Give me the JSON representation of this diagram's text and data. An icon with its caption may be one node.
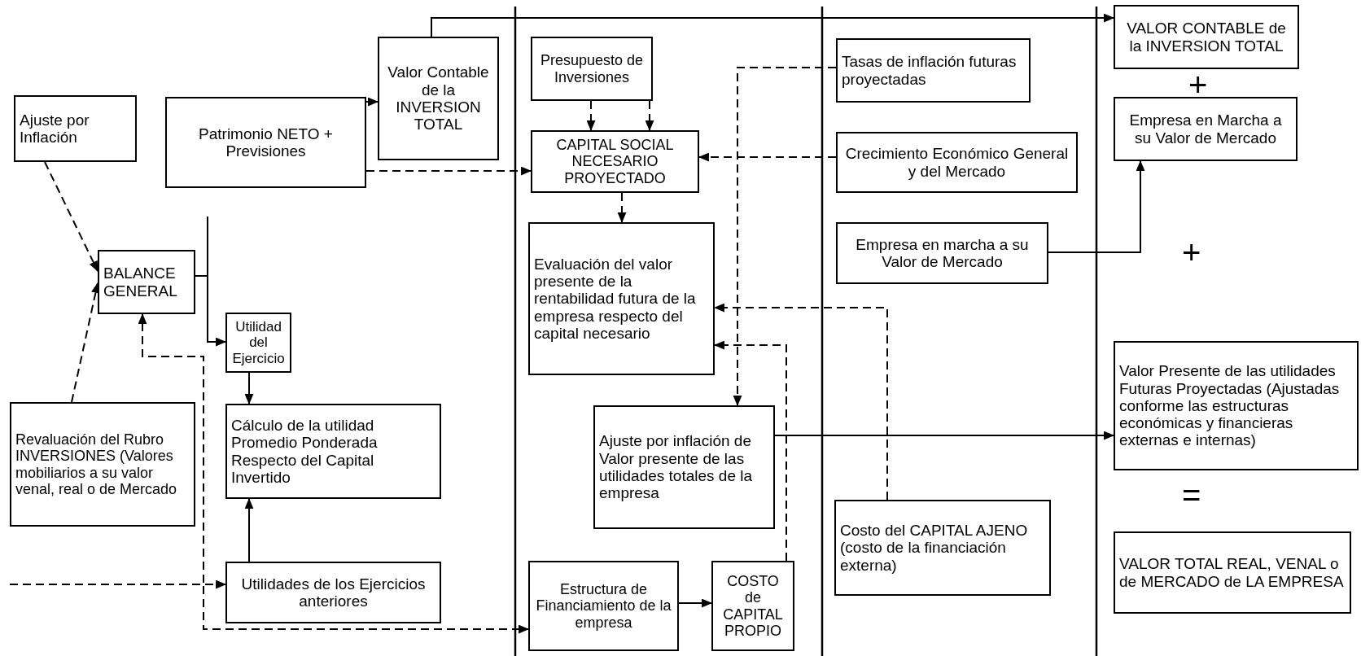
{
  "diagram": {
    "nodes": [
      {
        "text": [
          "Ajuste por Inflación"
        ]
      },
      {
        "text": [
          "Patrimonio NETO + Previsiones"
        ]
      },
      {
        "text": [
          "Valor Contable de la INVERSION TOTAL"
        ]
      },
      {
        "text": [
          "BALANCE GENERAL"
        ]
      },
      {
        "text": [
          "Utilidad del Ejercicio"
        ]
      },
      {
        "text": [
          "Revaluación del Rubro INVERSIONES (Valores mobiliarios a su valor venal, real o de Mercado"
        ]
      },
      {
        "text": [
          "Cálculo de la utilidad Promedio Ponderada Respecto del Capital Invertido"
        ]
      },
      {
        "text": [
          "Utilidades de los Ejercicios anteriores"
        ]
      },
      {
        "text": [
          "Presupuesto de Inversiones"
        ]
      },
      {
        "text": [
          "CAPITAL SOCIAL NECESARIO PROYECTADO"
        ]
      },
      {
        "text": [
          "Evaluación del valor presente de la rentabilidad futura de la empresa respecto del capital necesario"
        ]
      },
      {
        "text": [
          "Ajuste por inflación de Valor presente de las utilidades totales de la empresa"
        ]
      },
      {
        "text": [
          "Estructura de Financiamiento de la empresa"
        ]
      },
      {
        "text": [
          "COSTO de CAPITAL PROPIO"
        ]
      },
      {
        "text": [
          "Tasas de inflación futuras proyectadas"
        ]
      },
      {
        "text": [
          "Crecimiento Económico General y del Mercado"
        ]
      },
      {
        "text": [
          "Empresa en marcha a su Valor de Mercado"
        ]
      },
      {
        "text": [
          "Costo del CAPITAL AJENO (costo de la financiación externa)"
        ]
      },
      {
        "text": [
          "VALOR CONTABLE de la INVERSION TOTAL"
        ]
      },
      {
        "text": [
          "Empresa en Marcha a su Valor de Mercado"
        ]
      },
      {
        "text": [
          "Valor Presente de las utilidades Futuras Proyectadas (Ajustadas conforme las estructuras económicas y financieras externas e internas)"
        ]
      },
      {
        "text": [
          "VALOR TOTAL REAL, VENAL o de MERCADO de LA EMPRESA"
        ]
      }
    ],
    "edges": [
      {
        "from": 0,
        "to": 3,
        "arrow": "to",
        "style": "dashed"
      },
      {
        "from": 5,
        "to": 3,
        "arrow": "to",
        "style": "dashed"
      },
      {
        "from": 1,
        "to": 2,
        "arrow": "to"
      },
      {
        "from": 2,
        "to": 18,
        "arrow": "to"
      },
      {
        "from": 1,
        "to": 9,
        "arrow": "to",
        "style": "dashed"
      },
      {
        "from": 3,
        "to": 4,
        "arrow": "to"
      },
      {
        "from": null,
        "to": 3,
        "arrow": "to",
        "style": "dashed"
      },
      {
        "from": null,
        "to": 7,
        "arrow": "to",
        "style": "dashed"
      },
      {
        "from": null,
        "to": 12,
        "arrow": "to",
        "style": "dashed"
      },
      {
        "from": 4,
        "to": 6,
        "arrow": "to"
      },
      {
        "from": 7,
        "to": 6,
        "arrow": "to"
      },
      {
        "from": 8,
        "to": 9,
        "arrow": "to",
        "style": "dashed"
      },
      {
        "from": 8,
        "to": 9,
        "arrow": "to",
        "style": "dashed"
      },
      {
        "from": 15,
        "to": 9,
        "arrow": "to",
        "style": "dashed"
      },
      {
        "from": 9,
        "to": 10,
        "arrow": "to",
        "style": "dashed"
      },
      {
        "from": 14,
        "to": 11,
        "arrow": "to",
        "style": "dashed"
      },
      {
        "from": 17,
        "to": 10,
        "arrow": "to",
        "style": "dashed"
      },
      {
        "from": 13,
        "to": 10,
        "arrow": "to",
        "style": "dashed"
      },
      {
        "from": 12,
        "to": 13,
        "arrow": "to"
      },
      {
        "from": 11,
        "to": 20,
        "arrow": "to"
      },
      {
        "from": 16,
        "to": 19,
        "arrow": "to"
      }
    ],
    "labels": [
      "+",
      "+",
      "="
    ]
  }
}
